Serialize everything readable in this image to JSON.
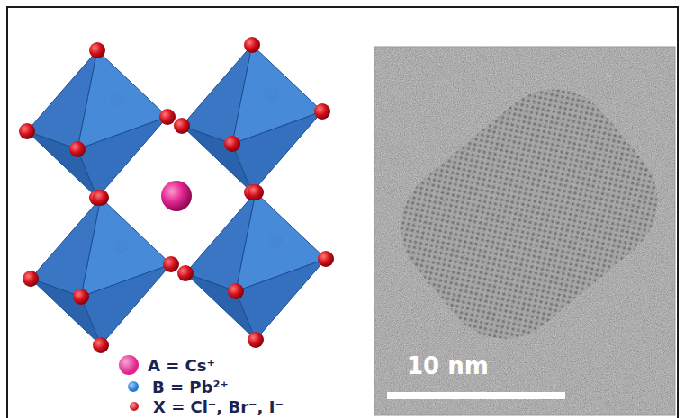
{
  "diagram": {
    "labels": [
      "10 nm"
    ],
    "legend": [
      {
        "text": "A = Cs⁺",
        "color": "#e0248e"
      },
      {
        "text": "B = Pb²⁺",
        "color": "#1f78d1"
      },
      {
        "text": "X = Cl⁻, Br⁻, I⁻",
        "color": "#d3121e"
      }
    ]
  }
}
